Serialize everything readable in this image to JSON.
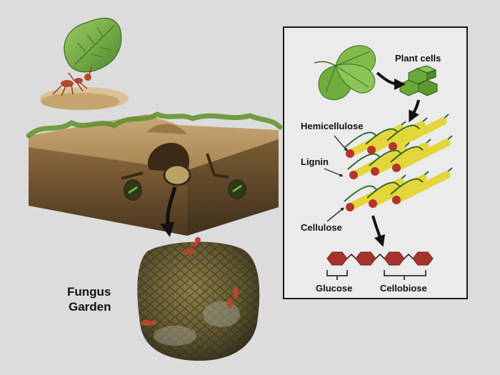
{
  "labels": {
    "fungus_garden_line1": "Fungus",
    "fungus_garden_line2": "Garden",
    "plant_cells": "Plant cells",
    "hemicellulose": "Hemicellulose",
    "lignin": "Lignin",
    "cellulose": "Cellulose",
    "glucose": "Glucose",
    "cellobiose": "Cellobiose"
  },
  "colors": {
    "background": "#dcdcdc",
    "panel_border": "#1a1a1a",
    "panel_fill": "#ebebeb",
    "leaf_green": "#6fae3c",
    "plant_cell_green": "#6aa83a",
    "cellulose_yellow": "#e3d63a",
    "fiber_end_red": "#b7342a",
    "hemicellulose_green": "#2f6b2a",
    "glucose_red": "#a8332b",
    "soil_brown": "#6b4e2c",
    "fungus_olive": "#6b6035",
    "ant_red": "#b5472a"
  },
  "icons": [
    "leafcutter-ant-icon",
    "leaf-icon",
    "plant-cells-icon",
    "arrow-icon"
  ]
}
